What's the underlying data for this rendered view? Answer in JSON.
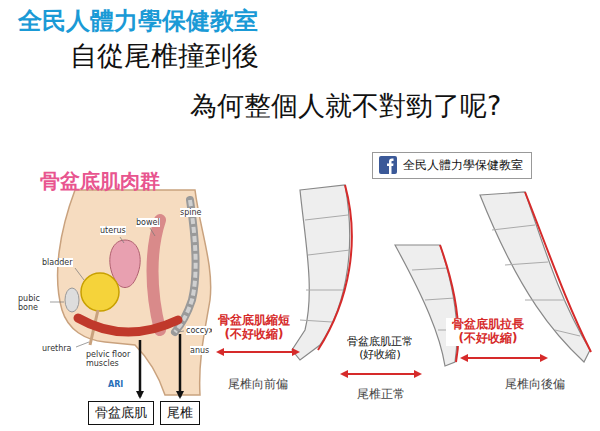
{
  "diagram": {
    "title": "全民人體力學保健教室",
    "nodes": [
      {
        "text": [
          "全民人體力學保健教室"
        ]
      },
      {
        "text": [
          "骨盆底肌"
        ]
      },
      {
        "text": [
          "尾椎"
        ]
      }
    ],
    "labels": [
      "自從尾椎撞到後",
      "為何整個人就不對勁了呢?",
      "骨盆底肌肉群",
      "uterus",
      "bowel",
      "spine",
      "bladder",
      "pubic bone",
      "urethra",
      "pelvic floor muscles",
      "coccyx",
      "anus",
      "ARI",
      "骨盆底肌縮短 (不好收縮)",
      "骨盆底肌正常 (好收縮)",
      "骨盆底肌拉長 (不好收縮)",
      "尾椎向前偏",
      "尾椎正常",
      "尾椎向後偏"
    ]
  }
}
